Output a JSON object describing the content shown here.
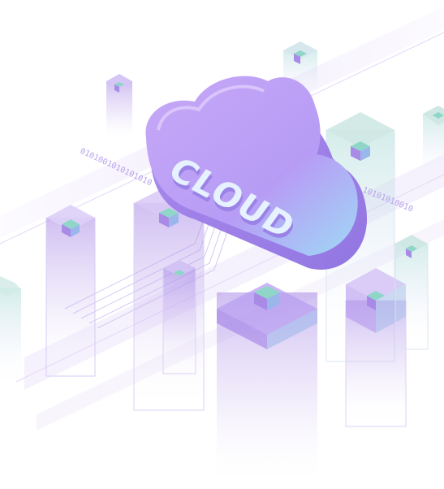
{
  "illustration": {
    "cloud_text": "CLOUD",
    "binary_left": "0101001010101010",
    "binary_right": "10101010010"
  },
  "colors": {
    "cloud_face": "#b79cf5",
    "cloud_side": "#9a7ae6",
    "cloud_text": "#e6f2ff",
    "cube_top": "#d9c8f6",
    "cube_left": "#a98ae6",
    "cube_right": "#8fd6c8",
    "pillar": "#c7b3ef",
    "band": "#efe8fb",
    "binary": "#b7a2ea"
  }
}
